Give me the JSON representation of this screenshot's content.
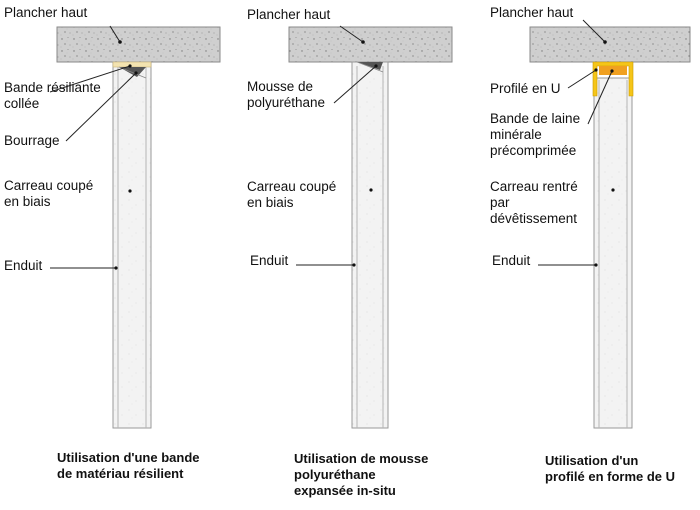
{
  "panels": [
    {
      "id": "resilient-strip",
      "labels": {
        "floor": "Plancher haut",
        "joint": "Bande résiliante\ncollée",
        "filling": "Bourrage",
        "tile": "Carreau coupé\nen biais",
        "plaster": "Enduit"
      },
      "caption": "Utilisation d'une bande\nde matériau résilient"
    },
    {
      "id": "polyurethane-foam",
      "labels": {
        "floor": "Plancher haut",
        "joint": "Mousse de\npolyuréthane",
        "tile": "Carreau coupé\nen biais",
        "plaster": "Enduit"
      },
      "caption": "Utilisation de mousse\npolyuréthane\nexpansée in-situ"
    },
    {
      "id": "u-profile",
      "labels": {
        "floor": "Plancher haut",
        "joint": "Profilé en U",
        "filling": "Bande de laine\nminérale\nprécomprimée",
        "tile": "Carreau rentré\npar\ndévêtissement",
        "plaster": "Enduit"
      },
      "caption": "Utilisation d'un\nprofilé en forme de U"
    }
  ],
  "colors": {
    "slab": "#cfcfcf",
    "wall": "#f3f3f3",
    "leader": "#222222",
    "resilient_strip": "#f3e3b0",
    "u_profile": "#f5c518",
    "mineral_wool": "#f0a020",
    "filling": "#555555"
  }
}
